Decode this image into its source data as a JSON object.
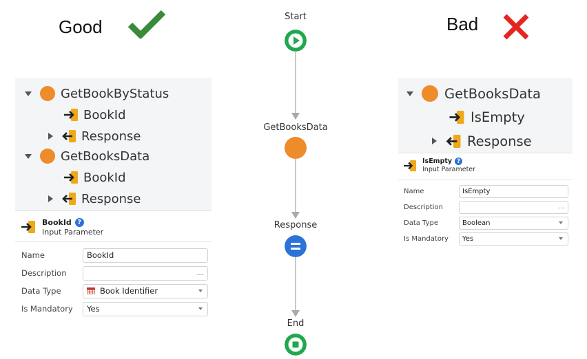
{
  "good": {
    "heading": "Good",
    "tree": [
      {
        "label": "GetBookByStatus",
        "type": "action"
      },
      {
        "label": "BookId",
        "type": "input"
      },
      {
        "label": "Response",
        "type": "output"
      },
      {
        "label": "GetBooksData",
        "type": "action"
      },
      {
        "label": "BookId",
        "type": "input"
      },
      {
        "label": "Response",
        "type": "output"
      }
    ],
    "props": {
      "title": "BookId",
      "subtitle": "Input Parameter",
      "rows": [
        {
          "label": "Name",
          "value": "BookId"
        },
        {
          "label": "Description",
          "value": "",
          "ellipsis": "..."
        },
        {
          "label": "Data Type",
          "value": "Book Identifier"
        },
        {
          "label": "Is Mandatory",
          "value": "Yes"
        }
      ]
    }
  },
  "bad": {
    "heading": "Bad",
    "tree": [
      {
        "label": "GetBooksData",
        "type": "action"
      },
      {
        "label": "IsEmpty",
        "type": "input"
      },
      {
        "label": "Response",
        "type": "output"
      }
    ],
    "props": {
      "title": "IsEmpty",
      "subtitle": "Input Parameter",
      "rows": [
        {
          "label": "Name",
          "value": "IsEmpty"
        },
        {
          "label": "Description",
          "value": "",
          "ellipsis": "..."
        },
        {
          "label": "Data Type",
          "value": "Boolean"
        },
        {
          "label": "Is Mandatory",
          "value": "Yes"
        }
      ]
    }
  },
  "flow": {
    "nodes": [
      {
        "label": "Start",
        "type": "start"
      },
      {
        "label": "GetBooksData",
        "type": "action"
      },
      {
        "label": "Response",
        "type": "assign"
      },
      {
        "label": "End",
        "type": "end"
      }
    ]
  },
  "colors": {
    "check": "#3a8a3a",
    "cross": "#e52620",
    "action": "#ee8b2b",
    "start_end": "#1fa84f",
    "assign": "#2b73d6",
    "param_icon": "#f0a81a"
  }
}
